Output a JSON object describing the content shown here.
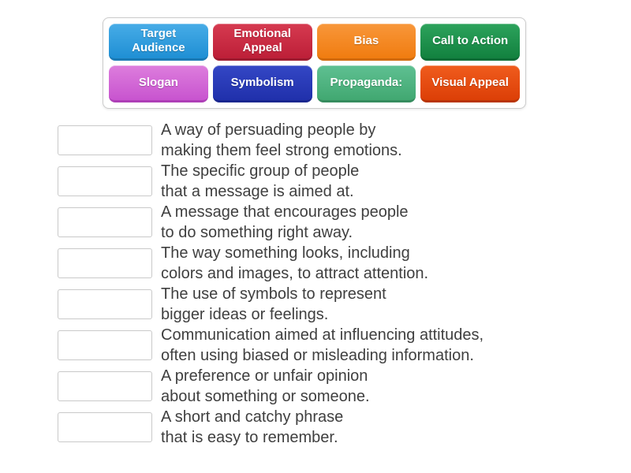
{
  "word_bank": {
    "tiles": [
      {
        "id": "target-audience",
        "label": "Target Audience",
        "color_top": "#47ace7",
        "color_bottom": "#1f8fd4",
        "edge_color": "#1a79b4"
      },
      {
        "id": "emotional-appeal",
        "label": "Emotional Appeal",
        "color_top": "#d63a50",
        "color_bottom": "#bd1f38",
        "edge_color": "#9e1b30"
      },
      {
        "id": "bias",
        "label": "Bias",
        "color_top": "#f8973a",
        "color_bottom": "#f07c10",
        "edge_color": "#d16a09"
      },
      {
        "id": "call-to-action",
        "label": "Call to Action",
        "color_top": "#2da35c",
        "color_bottom": "#12813f",
        "edge_color": "#0d6c36"
      },
      {
        "id": "slogan",
        "label": "Slogan",
        "color_top": "#dd7ddd",
        "color_bottom": "#c854cf",
        "edge_color": "#ae3fb7"
      },
      {
        "id": "symbolism",
        "label": "Symbolism",
        "color_top": "#3447c5",
        "color_bottom": "#2030ab",
        "edge_color": "#1a278f"
      },
      {
        "id": "propaganda",
        "label": "Propaganda:",
        "color_top": "#5fc092",
        "color_bottom": "#41a871",
        "edge_color": "#368c5e"
      },
      {
        "id": "visual-appeal",
        "label": "Visual Appeal",
        "color_top": "#f05c1d",
        "color_bottom": "#dc3f07",
        "edge_color": "#b93505"
      }
    ]
  },
  "match_list": {
    "rows": [
      {
        "definition": "A way of persuading people by\nmaking them feel strong emotions."
      },
      {
        "definition": "The specific group of people\nthat a message is aimed at."
      },
      {
        "definition": "A message that encourages people\nto do something right away."
      },
      {
        "definition": "The way something looks, including\ncolors and images, to attract attention."
      },
      {
        "definition": "The use of symbols to represent\nbigger ideas or feelings."
      },
      {
        "definition": "Communication aimed at influencing attitudes,\noften using biased or misleading information."
      },
      {
        "definition": "A preference or unfair opinion\nabout something or someone."
      },
      {
        "definition": "A short and catchy phrase\nthat is easy to remember."
      }
    ]
  },
  "colors": {
    "page_background": "#ffffff",
    "panel_border": "#cccccc",
    "drop_box_border": "#c9c9c9",
    "definition_text": "#3f3f3f",
    "tile_text": "#ffffff"
  }
}
